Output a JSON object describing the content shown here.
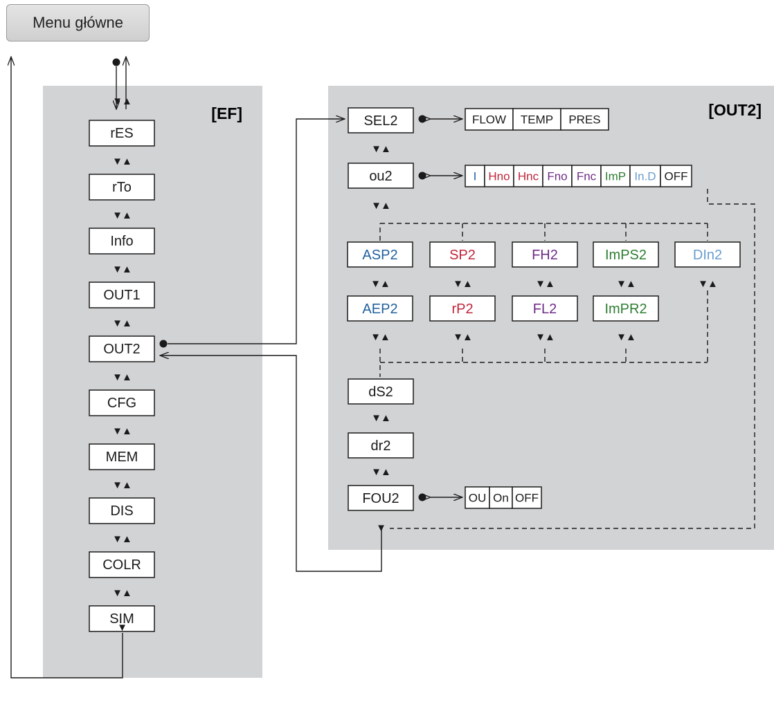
{
  "menu_button": "Menu główne",
  "panels": {
    "ef_label": "[EF]",
    "out2_label": "[OUT2]"
  },
  "ef_menu": [
    "rES",
    "rTo",
    "Info",
    "OUT1",
    "OUT2",
    "CFG",
    "MEM",
    "DIS",
    "COLR",
    "SIM"
  ],
  "out2_menu": {
    "sel2": "SEL2",
    "ou2": "ou2",
    "ds2": "dS2",
    "dr2": "dr2",
    "fou2": "FOU2",
    "sel2_options": [
      "FLOW",
      "TEMP",
      "PRES"
    ],
    "ou2_options": [
      {
        "label": "I",
        "color": "#1f5f9e"
      },
      {
        "label": "Hno",
        "color": "#c0243a"
      },
      {
        "label": "Hnc",
        "color": "#c0243a"
      },
      {
        "label": "Fno",
        "color": "#6e2b86"
      },
      {
        "label": "Fnc",
        "color": "#6e2b86"
      },
      {
        "label": "ImP",
        "color": "#2e7d32"
      },
      {
        "label": "In.D",
        "color": "#6a9ccf"
      },
      {
        "label": "OFF",
        "color": "#1a1a1a"
      }
    ],
    "fou2_options": [
      "OU",
      "On",
      "OFF"
    ],
    "branches": {
      "asp2": {
        "label": "ASP2",
        "color": "#1f5f9e"
      },
      "aep2": {
        "label": "AEP2",
        "color": "#1f5f9e"
      },
      "sp2": {
        "label": "SP2",
        "color": "#c0243a"
      },
      "rp2": {
        "label": "rP2",
        "color": "#c0243a"
      },
      "fh2": {
        "label": "FH2",
        "color": "#6e2b86"
      },
      "fl2": {
        "label": "FL2",
        "color": "#6e2b86"
      },
      "imps2": {
        "label": "ImPS2",
        "color": "#2e7d32"
      },
      "impr2": {
        "label": "ImPR2",
        "color": "#2e7d32"
      },
      "din2": {
        "label": "DIn2",
        "color": "#6a9ccf"
      }
    }
  },
  "colors": {
    "panel": "#d2d3d5",
    "line": "#1a1a1a"
  }
}
